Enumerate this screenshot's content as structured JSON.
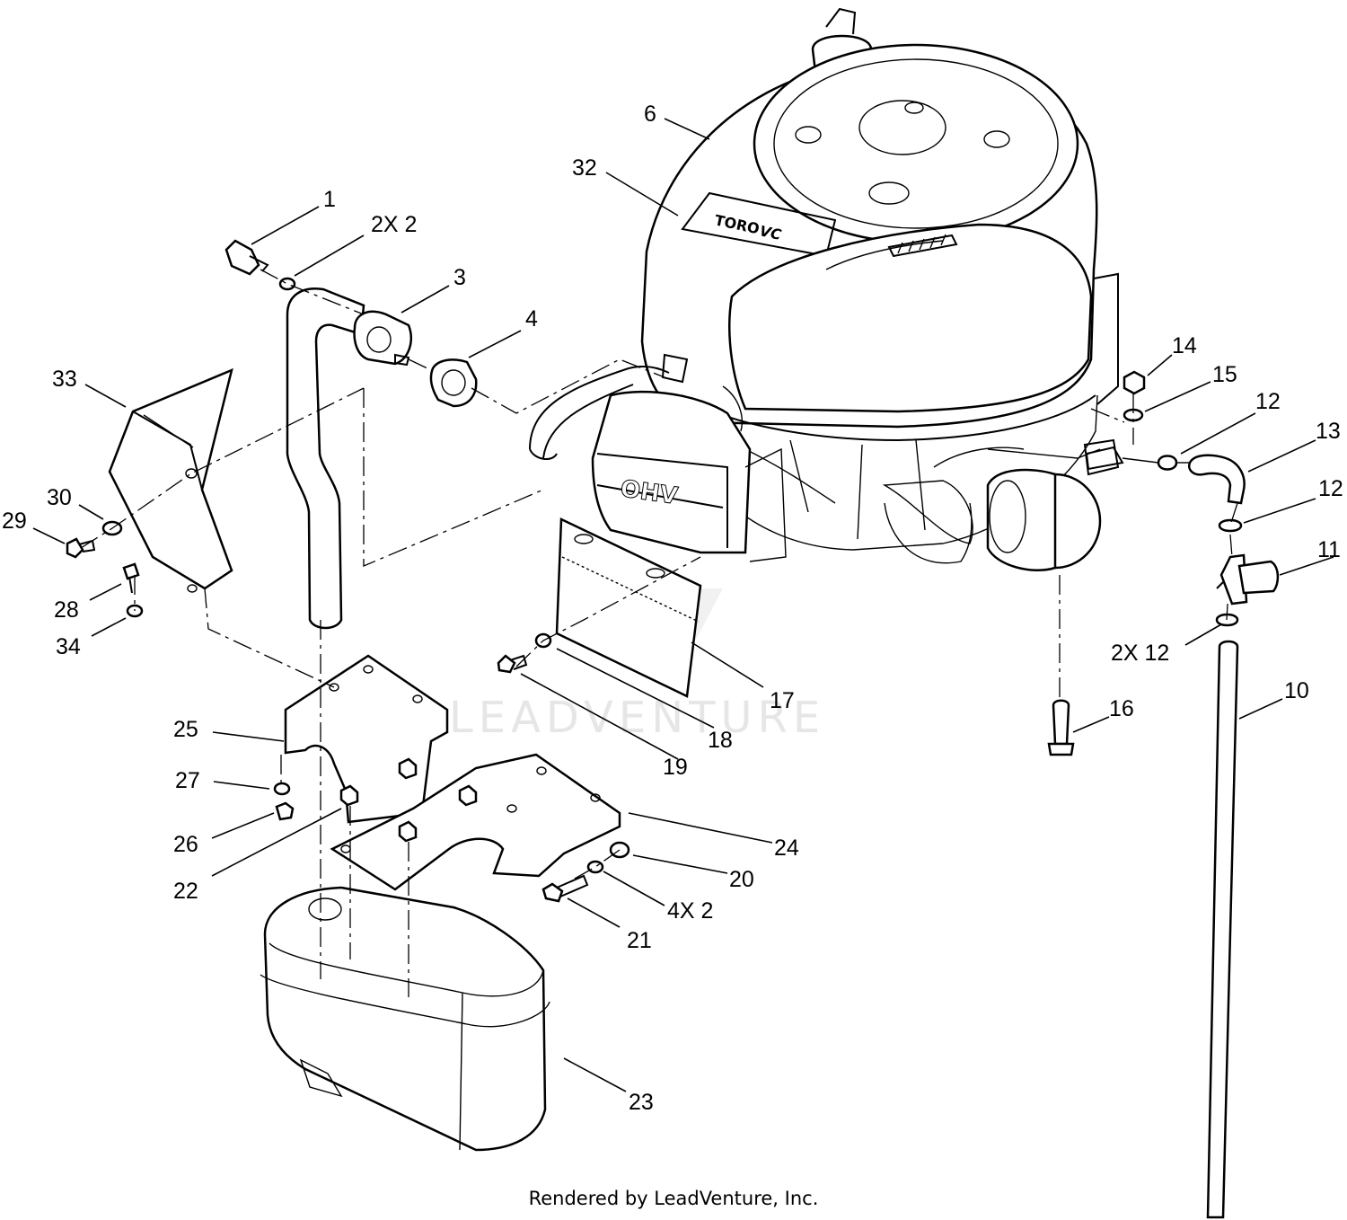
{
  "watermark": "LEADVENTURE",
  "footer": "Rendered by LeadVenture, Inc.",
  "engine": {
    "brand_text": "TORO",
    "brand_suffix": "VC",
    "cover_text": "OHV"
  },
  "callouts": [
    {
      "id": "c1",
      "text": "1"
    },
    {
      "id": "c2",
      "text": "2X 2"
    },
    {
      "id": "c3",
      "text": "3"
    },
    {
      "id": "c4",
      "text": "4"
    },
    {
      "id": "c6",
      "text": "6"
    },
    {
      "id": "c32",
      "text": "32"
    },
    {
      "id": "c33",
      "text": "33"
    },
    {
      "id": "c30",
      "text": "30"
    },
    {
      "id": "c29",
      "text": "29"
    },
    {
      "id": "c28",
      "text": "28"
    },
    {
      "id": "c34",
      "text": "34"
    },
    {
      "id": "c14",
      "text": "14"
    },
    {
      "id": "c15",
      "text": "15"
    },
    {
      "id": "c12a",
      "text": "12"
    },
    {
      "id": "c13",
      "text": "13"
    },
    {
      "id": "c12b",
      "text": "12"
    },
    {
      "id": "c11",
      "text": "11"
    },
    {
      "id": "c12c",
      "text": "2X 12"
    },
    {
      "id": "c10",
      "text": "10"
    },
    {
      "id": "c16",
      "text": "16"
    },
    {
      "id": "c17",
      "text": "17"
    },
    {
      "id": "c18",
      "text": "18"
    },
    {
      "id": "c19",
      "text": "19"
    },
    {
      "id": "c25",
      "text": "25"
    },
    {
      "id": "c27",
      "text": "27"
    },
    {
      "id": "c26",
      "text": "26"
    },
    {
      "id": "c22",
      "text": "22"
    },
    {
      "id": "c24",
      "text": "24"
    },
    {
      "id": "c20",
      "text": "20"
    },
    {
      "id": "c4x2",
      "text": "4X 2"
    },
    {
      "id": "c21",
      "text": "21"
    },
    {
      "id": "c23",
      "text": "23"
    }
  ]
}
